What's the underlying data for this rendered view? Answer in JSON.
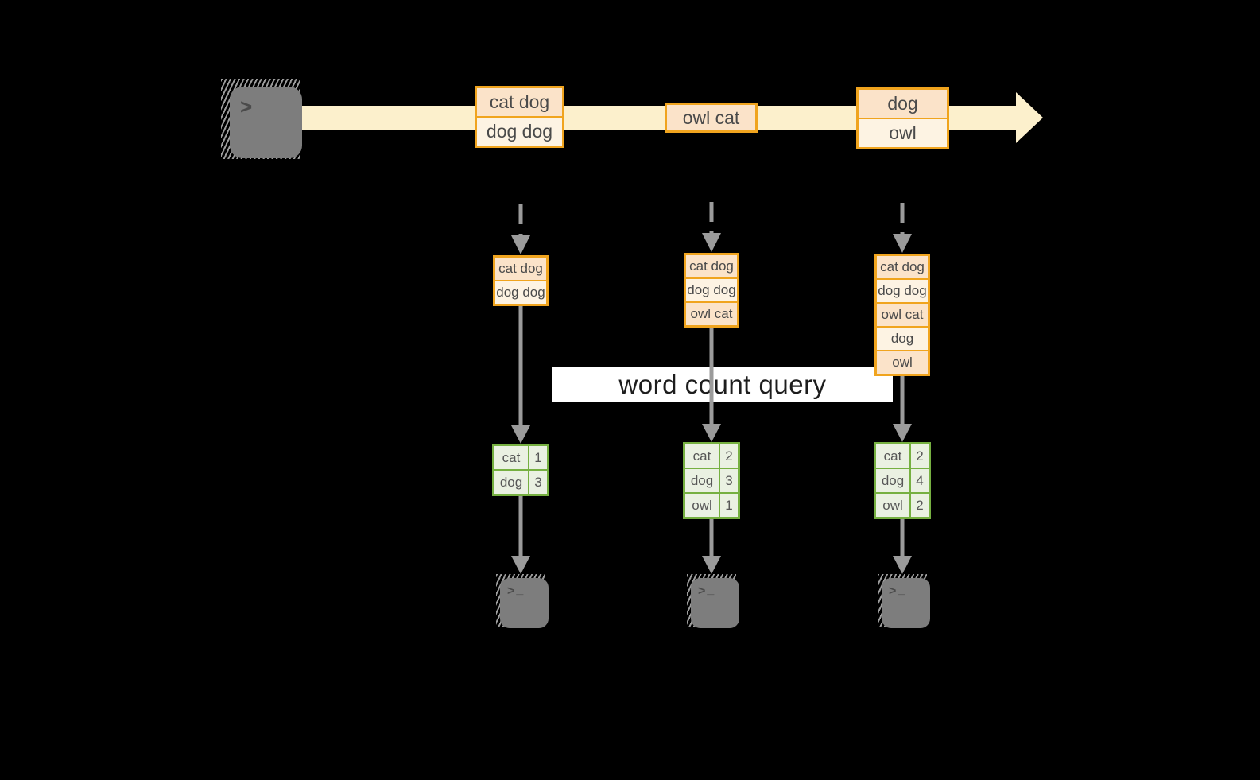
{
  "title": "streaming word count diagram",
  "stream": {
    "batches": [
      {
        "cells": [
          "cat dog",
          "dog dog"
        ]
      },
      {
        "cells": [
          "owl cat"
        ]
      },
      {
        "cells": [
          "dog",
          "owl"
        ]
      }
    ]
  },
  "query": {
    "label": "word count query"
  },
  "columns": [
    {
      "buffer": [
        "cat dog",
        "dog dog"
      ],
      "counts": [
        {
          "word": "cat",
          "value": "1"
        },
        {
          "word": "dog",
          "value": "3"
        }
      ]
    },
    {
      "buffer": [
        "cat dog",
        "dog dog",
        "owl cat"
      ],
      "counts": [
        {
          "word": "cat",
          "value": "2"
        },
        {
          "word": "dog",
          "value": "3"
        },
        {
          "word": "owl",
          "value": "1"
        }
      ]
    },
    {
      "buffer": [
        "cat dog",
        "dog dog",
        "owl cat",
        "dog",
        "owl"
      ],
      "counts": [
        {
          "word": "cat",
          "value": "2"
        },
        {
          "word": "dog",
          "value": "4"
        },
        {
          "word": "owl",
          "value": "2"
        }
      ]
    }
  ],
  "terminal": {
    "prompt": ">",
    "cursor": "_"
  },
  "colors": {
    "background": "#000000",
    "stream_band": "#fcf0cc",
    "orange_border": "#f0a41e",
    "cell_peach": "#fbe3c9",
    "cell_cream": "#fdf3e3",
    "green_border": "#76b041",
    "green_fill": "#eaf1e2",
    "arrow_gray": "#9b9b9b",
    "terminal_gray": "#7d7d7d",
    "query_bg": "#ffffff"
  }
}
